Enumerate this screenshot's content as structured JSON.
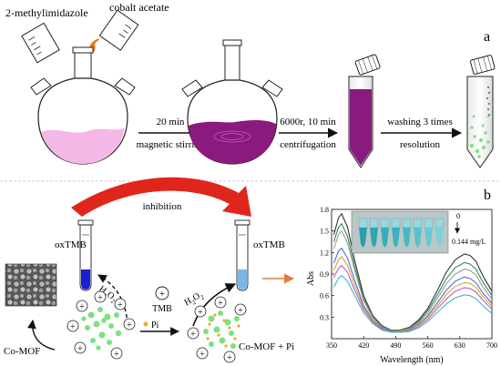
{
  "panel_a": {
    "label": "a",
    "reagent_1": "2-methylimidazole",
    "reagent_2": "cobalt acetate",
    "step_1_top": "20 min",
    "step_1_bottom": "magnetic stirring",
    "step_2_top": "6000r, 10 min",
    "step_2_bottom": "centrifugation",
    "step_3_top": "washing 3 times",
    "step_3_bottom": "resolution"
  },
  "panel_b": {
    "label": "b",
    "inhibition": "inhibition",
    "tube_left_label": "oxTMB",
    "tube_right_label": "oxTMB",
    "h2o2_left": "H2O2",
    "h2o2_right": "H2O2",
    "tmb": "TMB",
    "pi": "Pi",
    "co_mof": "Co-MOF",
    "co_mof_pi": "Co-MOF + Pi",
    "photo_top": "0",
    "photo_bottom": "0.144 mg/L"
  },
  "colors": {
    "pink_liquid": "#f3b8e6",
    "purple_liquid": "#8a1a7e",
    "green_particle": "#7ee07e",
    "orange_dot": "#f5a623",
    "red_arrow": "#e0261b",
    "dark_blue": "#1b1fd1",
    "light_blue": "#7ab6e8",
    "tan_arrow": "#e07b3a"
  },
  "chart_data": {
    "type": "line",
    "xlabel": "Wavelength (nm)",
    "ylabel": "Abs",
    "xlim": [
      350,
      700
    ],
    "ylim": [
      0,
      1.8
    ],
    "xticks": [
      350,
      420,
      490,
      560,
      630,
      700
    ],
    "yticks": [
      0.3,
      0.6,
      0.9,
      1.2,
      1.5,
      1.8
    ],
    "grid": false,
    "x": [
      355,
      365,
      372,
      385,
      400,
      420,
      440,
      460,
      480,
      500,
      520,
      540,
      560,
      580,
      600,
      620,
      640,
      652,
      665,
      680,
      700
    ],
    "series": [
      {
        "values": [
          1.45,
          1.68,
          1.74,
          1.55,
          1.1,
          0.6,
          0.32,
          0.18,
          0.12,
          0.12,
          0.16,
          0.26,
          0.42,
          0.66,
          0.92,
          1.1,
          1.18,
          1.16,
          1.08,
          0.88,
          0.66
        ],
        "color": "#333333"
      },
      {
        "values": [
          1.35,
          1.55,
          1.6,
          1.42,
          1.02,
          0.56,
          0.3,
          0.17,
          0.12,
          0.11,
          0.15,
          0.24,
          0.39,
          0.6,
          0.83,
          0.99,
          1.06,
          1.04,
          0.97,
          0.79,
          0.6
        ],
        "color": "#2e8b57"
      },
      {
        "values": [
          1.25,
          1.45,
          1.5,
          1.33,
          0.96,
          0.53,
          0.29,
          0.16,
          0.11,
          0.11,
          0.14,
          0.22,
          0.36,
          0.55,
          0.76,
          0.9,
          0.97,
          0.95,
          0.89,
          0.72,
          0.55
        ],
        "color": "#9b9b9b"
      },
      {
        "values": [
          1.05,
          1.22,
          1.26,
          1.12,
          0.82,
          0.46,
          0.26,
          0.15,
          0.11,
          0.1,
          0.13,
          0.2,
          0.32,
          0.49,
          0.67,
          0.8,
          0.86,
          0.84,
          0.78,
          0.64,
          0.49
        ],
        "color": "#4a6fd6"
      },
      {
        "values": [
          0.95,
          1.1,
          1.14,
          1.02,
          0.75,
          0.43,
          0.25,
          0.14,
          0.1,
          0.1,
          0.12,
          0.19,
          0.3,
          0.45,
          0.61,
          0.73,
          0.78,
          0.77,
          0.72,
          0.59,
          0.45
        ],
        "color": "#e0a020"
      },
      {
        "values": [
          0.85,
          0.98,
          1.02,
          0.92,
          0.68,
          0.4,
          0.23,
          0.13,
          0.1,
          0.09,
          0.11,
          0.17,
          0.27,
          0.41,
          0.55,
          0.66,
          0.71,
          0.7,
          0.65,
          0.54,
          0.41
        ],
        "color": "#b05fd0"
      },
      {
        "values": [
          0.72,
          0.84,
          0.88,
          0.8,
          0.6,
          0.36,
          0.21,
          0.12,
          0.09,
          0.09,
          0.1,
          0.15,
          0.24,
          0.36,
          0.48,
          0.57,
          0.61,
          0.6,
          0.56,
          0.46,
          0.35
        ],
        "color": "#3fb6c7"
      }
    ]
  }
}
